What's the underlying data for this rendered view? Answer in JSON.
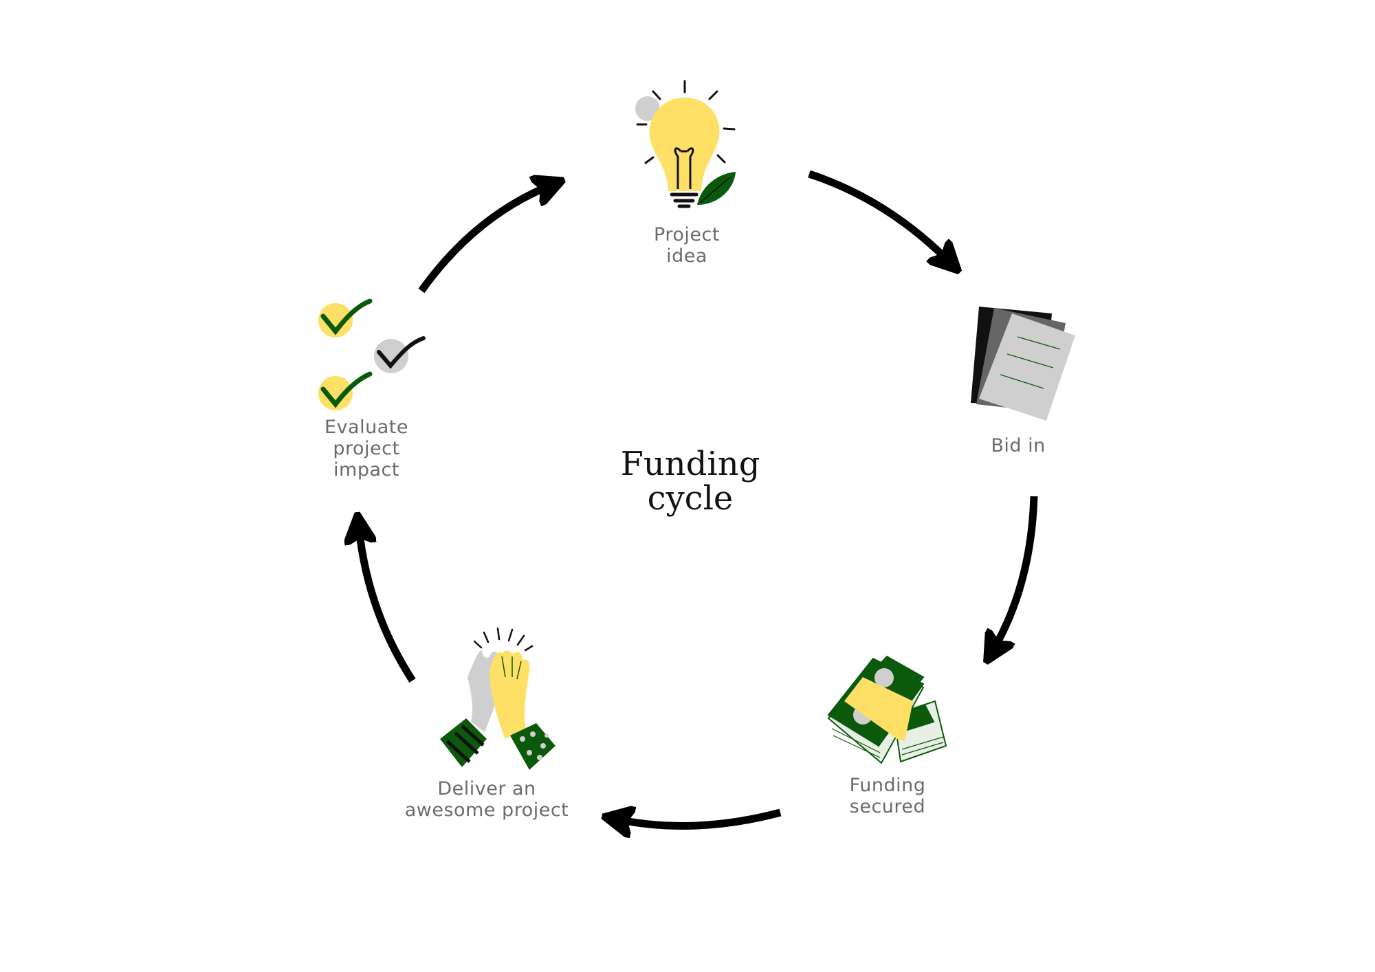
{
  "title": {
    "line1": "Funding",
    "line2": "cycle"
  },
  "steps": [
    {
      "icon": "lightbulb-icon",
      "lines": [
        "Project",
        "idea"
      ]
    },
    {
      "icon": "document-icon",
      "lines": [
        "Bid in"
      ]
    },
    {
      "icon": "money-stack-icon",
      "lines": [
        "Funding",
        "secured"
      ]
    },
    {
      "icon": "high-five-icon",
      "lines": [
        "Deliver an",
        "awesome project"
      ]
    },
    {
      "icon": "checkmarks-icon",
      "lines": [
        "Evaluate",
        "project",
        "impact"
      ]
    }
  ],
  "colors": {
    "yellow": "#FDE065",
    "green": "#0B5A0B",
    "gray": "#CFCFCF",
    "arrow": "#000000",
    "label": "#6B6B6B"
  }
}
